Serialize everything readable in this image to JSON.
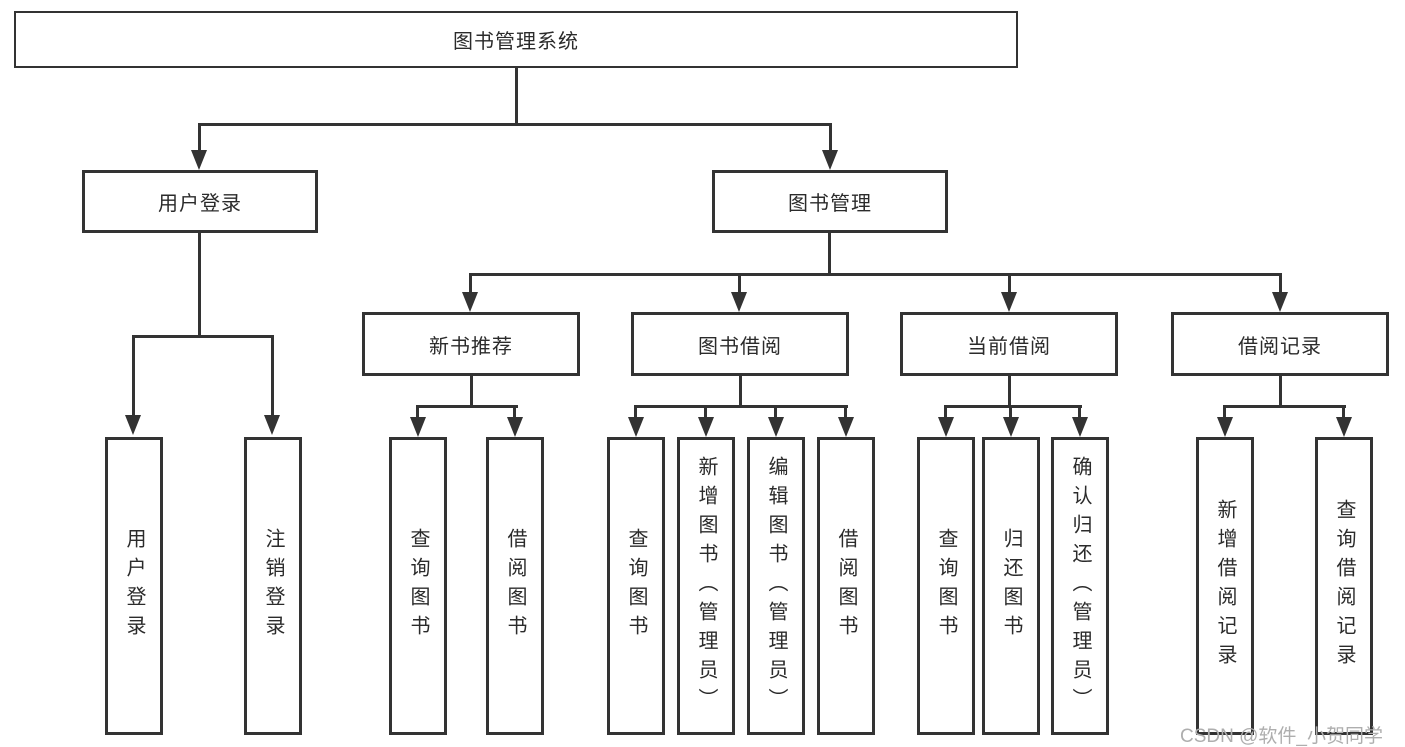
{
  "diagram": {
    "root": {
      "label": "图书管理系统"
    },
    "level2": [
      {
        "label": "用户登录"
      },
      {
        "label": "图书管理"
      }
    ],
    "level3": [
      {
        "label": "新书推荐"
      },
      {
        "label": "图书借阅"
      },
      {
        "label": "当前借阅"
      },
      {
        "label": "借阅记录"
      }
    ],
    "leaves": {
      "user_login": [
        "用户登录",
        "注销登录"
      ],
      "new_book": [
        "查询图书",
        "借阅图书"
      ],
      "book_borrow": [
        "查询图书",
        "新增图书（管理员）",
        "编辑图书（管理员）",
        "借阅图书"
      ],
      "current_borrow": [
        "查询图书",
        "归还图书",
        "确认归还（管理员）"
      ],
      "borrow_record": [
        "新增借阅记录",
        "查询借阅记录"
      ]
    },
    "watermark": "CSDN @软件_小贺同学",
    "colors": {
      "line": "#333333",
      "text": "#2b2b2b",
      "background": "#ffffff",
      "watermark": "#aeaeae"
    }
  }
}
